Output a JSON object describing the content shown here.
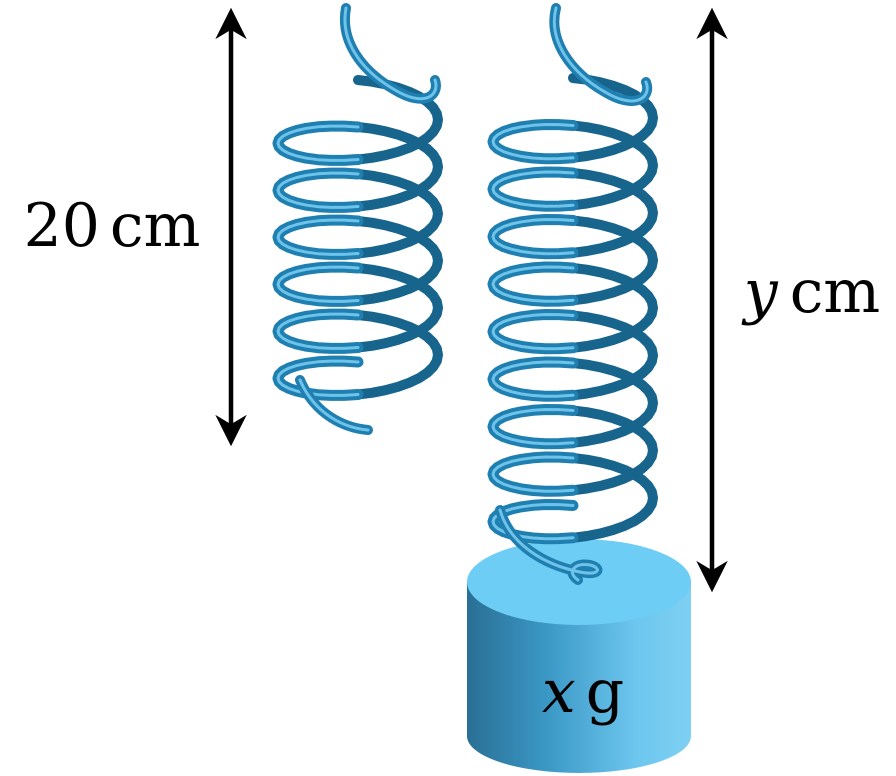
{
  "labels": {
    "left_value": "20",
    "left_unit": "cm",
    "right_var": "y",
    "right_unit": "cm",
    "mass_var": "x",
    "mass_unit": "g"
  },
  "colors": {
    "spring": "#1f7fb0",
    "spring_highlight": "#6ec3ea",
    "mass_top": "#6dcdf4",
    "mass_side_dark": "#2a7ea6",
    "mass_side_light": "#7ed0f2",
    "arrow": "#000000"
  },
  "springs": {
    "left_turns": 6,
    "right_turns": 9
  }
}
